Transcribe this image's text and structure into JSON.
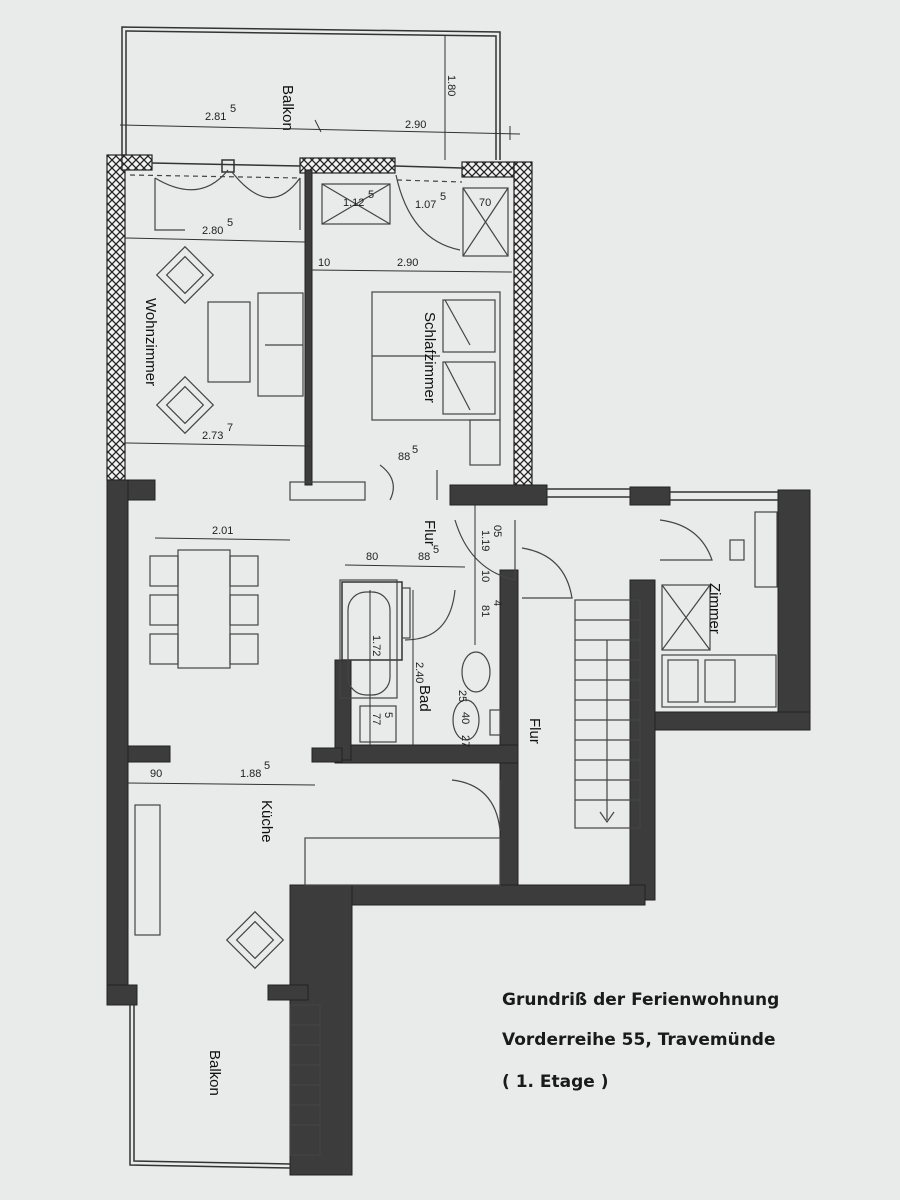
{
  "rooms": {
    "balkon_top": "Balkon",
    "wohnzimmer": "Wohnzimmer",
    "schlafzimmer": "Schlafzimmer",
    "flur_upper": "Flur",
    "flur_lower": "Flur",
    "zimmer": "Zimmer",
    "bad": "Bad",
    "kueche": "Küche",
    "balkon_bottom": "Balkon"
  },
  "dimensions": {
    "balkon_left": "2.81",
    "balkon_left_sup": "5",
    "balkon_right": "2.90",
    "balkon_depth": "1.80",
    "wohn_top": "2.80",
    "wohn_top_sup": "5",
    "window_left": "1.12",
    "window_left_sup": "5",
    "window_right": "1.07",
    "window_right_sup": "5",
    "cabinet": "70",
    "wall_10": "10",
    "schlaf_width": "2.90",
    "wohn_bottom": "2.73",
    "wohn_bottom_sup": "7",
    "door_flur": "88",
    "door_flur_sup": "5",
    "table": "2.01",
    "bad_80": "80",
    "bad_88": "88",
    "bad_88_sup": "5",
    "flur_119": "1.19",
    "flur_119_sup": "05",
    "flur_10": "10",
    "bad_81": "81",
    "bad_81_sup": "4",
    "bath_172": "1.72",
    "bad_240": "2.40",
    "bad_775": "77",
    "bad_775_sup": "5",
    "wc_25": "25",
    "wc_40": "40",
    "wc_27": "27",
    "kueche_90": "90",
    "kueche_188": "1.88",
    "kueche_188_sup": "5"
  },
  "caption": {
    "line1": "Grundriß der Ferienwohnung",
    "line2": "Vorderreihe 55, Travemünde",
    "line3": "( 1. Etage )"
  }
}
